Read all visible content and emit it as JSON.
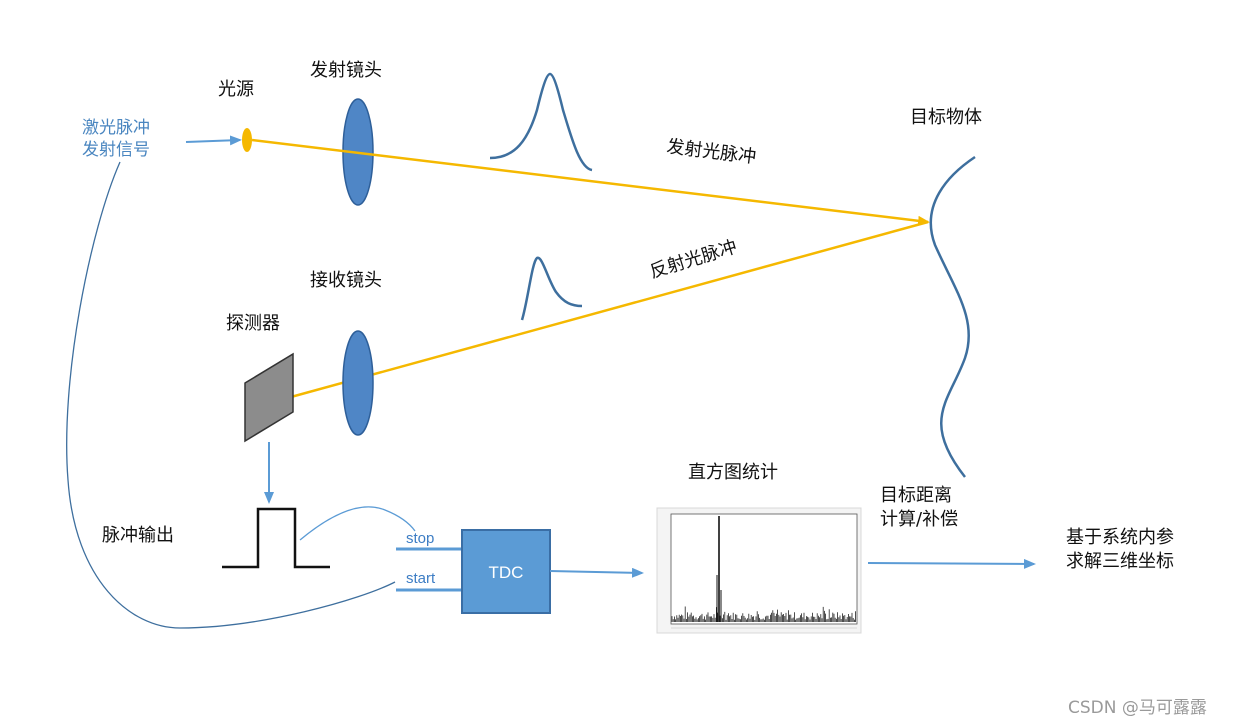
{
  "labels": {
    "laser_signal_1": "激光脉冲",
    "laser_signal_2": "发射信号",
    "light_source": "光源",
    "emit_lens": "发射镜头",
    "emit_pulse": "发射光脉冲",
    "target": "目标物体",
    "reflect_pulse": "反射光脉冲",
    "receive_lens": "接收镜头",
    "detector": "探测器",
    "pulse_output": "脉冲输出",
    "stop": "stop",
    "start": "start",
    "tdc": "TDC",
    "histogram": "直方图统计",
    "distance_1": "目标距离",
    "distance_2": "计算/补偿",
    "result_1": "基于系统内参",
    "result_2": "求解三维坐标"
  },
  "watermark": "CSDN @马可露露",
  "colors": {
    "beam": "#f5b800",
    "lens": "#4f86c6",
    "lens_stroke": "#2e5f99",
    "connector": "#5b9bd5",
    "target_curve": "#3e6f9e",
    "pulse_curve": "#3e6f9e",
    "detector_fill": "#8c8c8c",
    "tdc_fill": "#5b9bd5",
    "tdc_stroke": "#3a6ea5"
  }
}
